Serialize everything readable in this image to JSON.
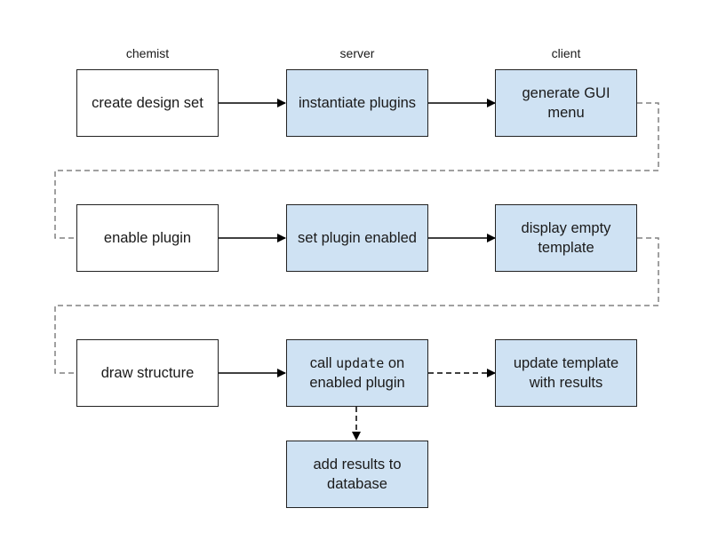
{
  "lanes": {
    "chemist": "chemist",
    "server": "server",
    "client": "client"
  },
  "nodes": {
    "create_design_set": "create design set",
    "instantiate_plugins": "instantiate plugins",
    "generate_gui_menu": "generate GUI menu",
    "enable_plugin": "enable plugin",
    "set_plugin_enabled": "set plugin enabled",
    "display_empty_template": "display empty template",
    "draw_structure": "draw structure",
    "call_update": {
      "prefix": "call ",
      "code": "update",
      "suffix": " on enabled plugin"
    },
    "update_template": "update template with results",
    "add_results": "add results to database"
  },
  "colors": {
    "server_client_fill": "#cfe2f3",
    "chemist_fill": "#ffffff",
    "solid_arrow": "#000000",
    "dashed_connector": "#808080"
  }
}
